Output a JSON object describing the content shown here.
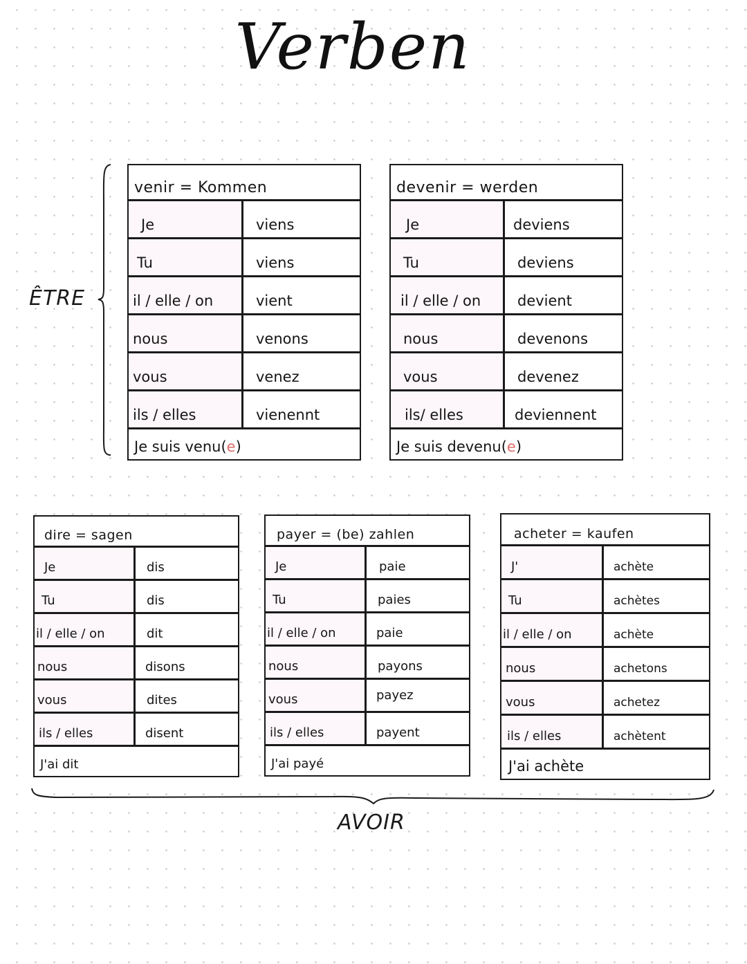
{
  "page": {
    "title": "Verben",
    "groups": {
      "etre": {
        "label": "ÊTRE"
      },
      "avoir": {
        "label": "AVOIR"
      }
    },
    "accent_color": "#e06a6a",
    "pronoun_cell_color": "#fdf6fa"
  },
  "tables": [
    {
      "header": "venir  =  Kommen",
      "rows": [
        {
          "pronoun": "Je",
          "form": "viens"
        },
        {
          "pronoun": "Tu",
          "form": "viens"
        },
        {
          "pronoun": "il / elle / on",
          "form": "vient"
        },
        {
          "pronoun": "nous",
          "form": "venons"
        },
        {
          "pronoun": "vous",
          "form": "venez"
        },
        {
          "pronoun": "ils / elles",
          "form": "vienennt"
        }
      ],
      "footer": {
        "text": "Je suis venu",
        "open": "(",
        "accent": "e",
        "close": ")"
      }
    },
    {
      "header": "devenir = werden",
      "rows": [
        {
          "pronoun": "Je",
          "form": "deviens"
        },
        {
          "pronoun": "Tu",
          "form": "deviens"
        },
        {
          "pronoun": "il / elle / on",
          "form": "devient"
        },
        {
          "pronoun": "nous",
          "form": "devenons"
        },
        {
          "pronoun": "vous",
          "form": "devenez"
        },
        {
          "pronoun": "ils/ elles",
          "form": "deviennent"
        }
      ],
      "footer": {
        "text": "Je suis devenu",
        "open": " (",
        "accent": "e",
        "close": ")"
      }
    },
    {
      "header": "dire = sagen",
      "rows": [
        {
          "pronoun": "Je",
          "form": "dis"
        },
        {
          "pronoun": "Tu",
          "form": "dis"
        },
        {
          "pronoun": "il / elle / on",
          "form": "dit"
        },
        {
          "pronoun": "nous",
          "form": "disons"
        },
        {
          "pronoun": "vous",
          "form": "dites"
        },
        {
          "pronoun": "ils / elles",
          "form": "disent"
        }
      ],
      "footer": {
        "text": "J'ai  dit"
      }
    },
    {
      "header": "payer = (be) zahlen",
      "rows": [
        {
          "pronoun": "Je",
          "form": "paie"
        },
        {
          "pronoun": "Tu",
          "form": "paies"
        },
        {
          "pronoun": "il / elle / on",
          "form": "paie"
        },
        {
          "pronoun": "nous",
          "form": "payons"
        },
        {
          "pronoun": "vous",
          "form": "payez"
        },
        {
          "pronoun": "ils / elles",
          "form": "payent"
        }
      ],
      "footer": {
        "text": "J'ai  payé"
      }
    },
    {
      "header": "acheter = kaufen",
      "rows": [
        {
          "pronoun": "J'",
          "form": "achète"
        },
        {
          "pronoun": "Tu",
          "form": "achètes"
        },
        {
          "pronoun": "il / elle / on",
          "form": "achète"
        },
        {
          "pronoun": "nous",
          "form": "achetons"
        },
        {
          "pronoun": "vous",
          "form": "achetez"
        },
        {
          "pronoun": "ils / elles",
          "form": "achètent"
        }
      ],
      "footer": {
        "text": "J'ai achète"
      }
    }
  ]
}
